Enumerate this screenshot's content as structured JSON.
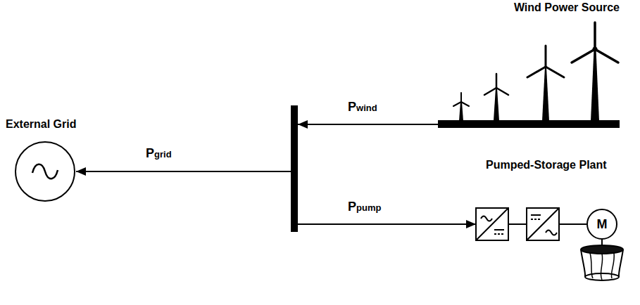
{
  "diagram": {
    "nodes": [
      {
        "text": [
          "External Grid"
        ]
      },
      {
        "text": [
          "Wind Power Source"
        ]
      },
      {
        "text": [
          "Pumped-Storage Plant"
        ]
      },
      {
        "text": [
          "M"
        ],
        "in": 2
      }
    ],
    "edges": [
      {
        "from": 1,
        "to": 0,
        "arrow": "to",
        "label": "Pgrid"
      },
      {
        "from": 1,
        "to": 2,
        "arrow": "to",
        "label": "Ppump"
      }
    ],
    "labels": [
      "Pwind"
    ]
  }
}
